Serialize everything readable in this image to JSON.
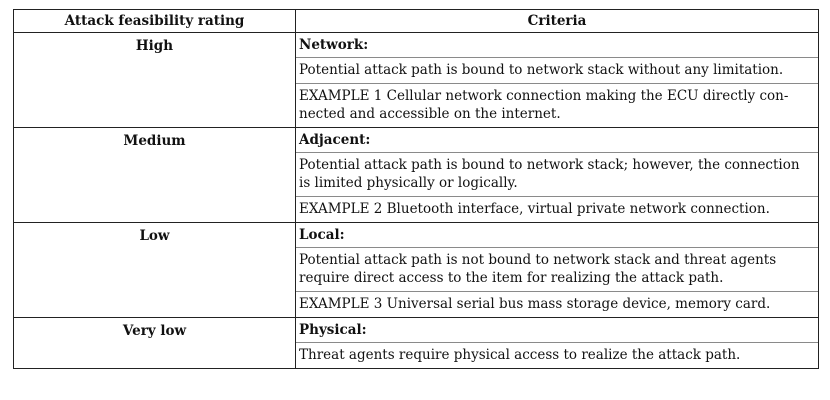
{
  "table": {
    "header": {
      "col1": "Attack feasibility rating",
      "col2": "Criteria"
    },
    "rows": [
      {
        "rating": "High",
        "title": "Network:",
        "description": "Potential attack path is bound to network stack without any limitation.",
        "example": "EXAMPLE 1    Cellular network connection making the ECU directly con-nected and accessible on the internet."
      },
      {
        "rating": "Medium",
        "title": "Adjacent:",
        "description": "Potential attack path is bound to network stack; however, the connection is limited physically or logically.",
        "example": "EXAMPLE 2    Bluetooth interface, virtual private network connection."
      },
      {
        "rating": "Low",
        "title": "Local:",
        "description": "Potential attack path is not bound to network stack and threat agents require direct access to the item for realizing the attack path.",
        "example": "EXAMPLE 3    Universal serial bus mass storage device, memory card."
      },
      {
        "rating": "Very low",
        "title": "Physical:",
        "description": "Threat agents require physical access to realize the attack path."
      }
    ]
  }
}
